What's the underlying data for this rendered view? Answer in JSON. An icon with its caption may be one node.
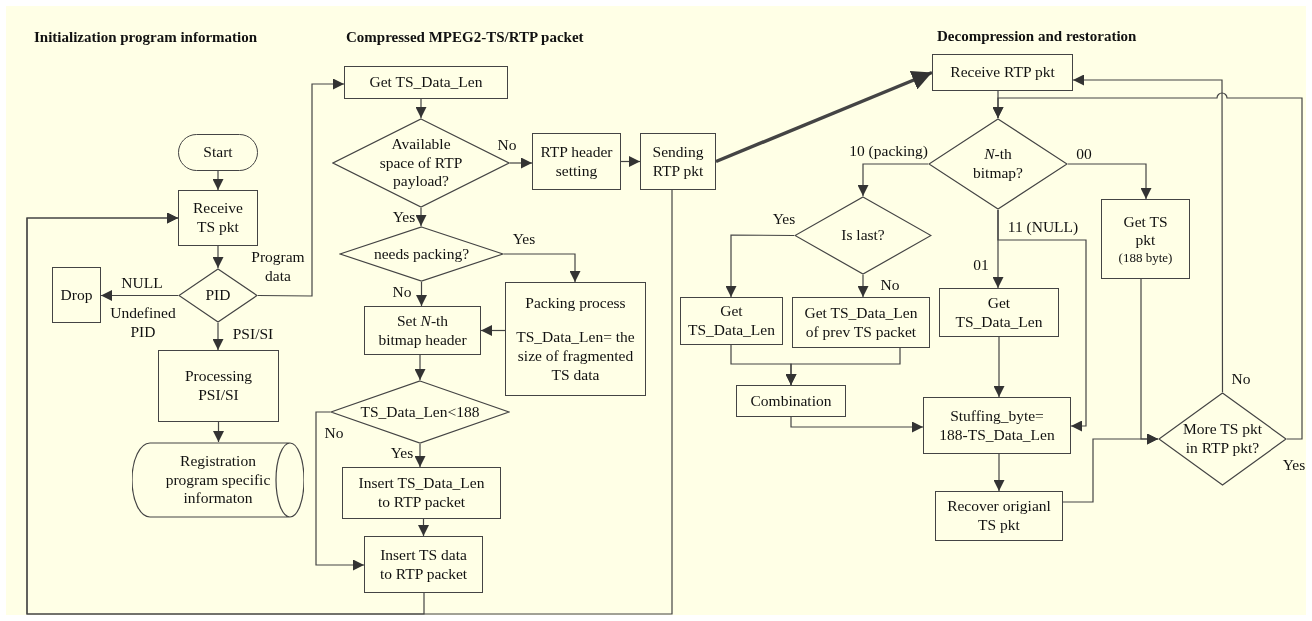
{
  "diagram": {
    "nodes": [
      {
        "text": [
          "Start"
        ]
      },
      {
        "text": [
          "Receive TS pkt"
        ]
      },
      {
        "text": [
          "PID"
        ]
      },
      {
        "text": [
          "Drop"
        ]
      },
      {
        "text": [
          "Processing PSI/SI"
        ]
      },
      {
        "text": [
          "Registration program specific informaton"
        ]
      },
      {
        "text": [
          "Get TS_Data_Len"
        ]
      },
      {
        "text": [
          "Available space of RTP payload?"
        ]
      },
      {
        "text": [
          "RTP header setting"
        ]
      },
      {
        "text": [
          "Sending RTP pkt"
        ]
      },
      {
        "text": [
          "needs packing?"
        ]
      },
      {
        "text": [
          "Packing process",
          "TS_Data_Len= the size of fragmented TS data"
        ]
      },
      {
        "text": [
          "Set *N*-th bitmap header"
        ]
      },
      {
        "text": [
          "TS_Data_Len<188"
        ]
      },
      {
        "text": [
          "Insert TS_Data_Len to RTP packet"
        ]
      },
      {
        "text": [
          "Insert TS data to RTP packet"
        ]
      },
      {
        "text": [
          "Receive RTP pkt"
        ]
      },
      {
        "text": [
          "*N*-th bitmap?"
        ]
      },
      {
        "text": [
          "Is last?"
        ]
      },
      {
        "text": [
          "Get TS_Data_Len"
        ]
      },
      {
        "text": [
          "Get TS_Data_Len of prev TS packet"
        ]
      },
      {
        "text": [
          "Combination"
        ]
      },
      {
        "text": [
          "Get TS_Data_Len"
        ]
      },
      {
        "text": [
          "Get TS pkt",
          "(188 byte)"
        ]
      },
      {
        "text": [
          "Stuffing_byte= 188-TS_Data_Len"
        ]
      },
      {
        "text": [
          "Recover origianl TS pkt"
        ]
      },
      {
        "text": [
          "More TS pkt in RTP pkt?"
        ]
      }
    ],
    "edges": [
      {
        "from": 0,
        "to": 1,
        "arrow": "to"
      },
      {
        "from": 1,
        "to": 2,
        "arrow": "to"
      },
      {
        "from": 2,
        "to": 3,
        "arrow": "to",
        "label": "NULL"
      },
      {
        "from": 2,
        "to": 6,
        "arrow": "to",
        "label": "Program data"
      },
      {
        "from": 2,
        "to": 4,
        "arrow": "to",
        "label": "PSI/SI"
      },
      {
        "from": 4,
        "to": 5,
        "arrow": "to"
      },
      {
        "from": 6,
        "to": 7,
        "arrow": "to"
      },
      {
        "from": 7,
        "to": 8,
        "arrow": "to",
        "label": "No"
      },
      {
        "from": 8,
        "to": 9,
        "arrow": "to"
      },
      {
        "from": 9,
        "to": 16,
        "arrow": "to",
        "style": "thick"
      },
      {
        "from": 7,
        "to": 10,
        "arrow": "to",
        "label": "Yes"
      },
      {
        "from": 10,
        "to": 11,
        "arrow": "to",
        "label": "Yes"
      },
      {
        "from": 10,
        "to": 12,
        "arrow": "to",
        "label": "No"
      },
      {
        "from": 11,
        "to": 12,
        "arrow": "to"
      },
      {
        "from": 12,
        "to": 13,
        "arrow": "to"
      },
      {
        "from": 13,
        "to": 14,
        "arrow": "to",
        "label": "Yes"
      },
      {
        "from": 13,
        "to": 15,
        "arrow": "to",
        "label": "No"
      },
      {
        "from": 14,
        "to": 15,
        "arrow": "to"
      },
      {
        "from": 15,
        "to": 1,
        "arrow": "to"
      },
      {
        "from": 9,
        "to": 1,
        "arrow": "to"
      },
      {
        "from": 16,
        "to": 17,
        "arrow": "to"
      },
      {
        "from": 17,
        "to": 18,
        "arrow": "to",
        "label": "10 (packing)"
      },
      {
        "from": 17,
        "to": 23,
        "arrow": "to",
        "label": "00"
      },
      {
        "from": 17,
        "to": 22,
        "arrow": "to",
        "label": "01"
      },
      {
        "from": 17,
        "to": 24,
        "arrow": "to",
        "label": "11 (NULL)"
      },
      {
        "from": 18,
        "to": 19,
        "arrow": "to",
        "label": "Yes"
      },
      {
        "from": 18,
        "to": 20,
        "arrow": "to",
        "label": "No"
      },
      {
        "from": 19,
        "to": 21,
        "arrow": "to"
      },
      {
        "from": 20,
        "to": 21,
        "arrow": "to"
      },
      {
        "from": 21,
        "to": 24,
        "arrow": "to"
      },
      {
        "from": 22,
        "to": 24,
        "arrow": "to"
      },
      {
        "from": 24,
        "to": 25,
        "arrow": "to"
      },
      {
        "from": 25,
        "to": 26,
        "arrow": "to"
      },
      {
        "from": 23,
        "to": 26,
        "arrow": "to"
      },
      {
        "from": 26,
        "to": 16,
        "arrow": "to",
        "label": "No"
      },
      {
        "from": 26,
        "to": 17,
        "arrow": "to",
        "label": "Yes"
      }
    ],
    "labels": [
      "Initialization program information",
      "Compressed MPEG2-TS/RTP packet",
      "Decompression and restoration",
      "Undefined PID"
    ]
  }
}
